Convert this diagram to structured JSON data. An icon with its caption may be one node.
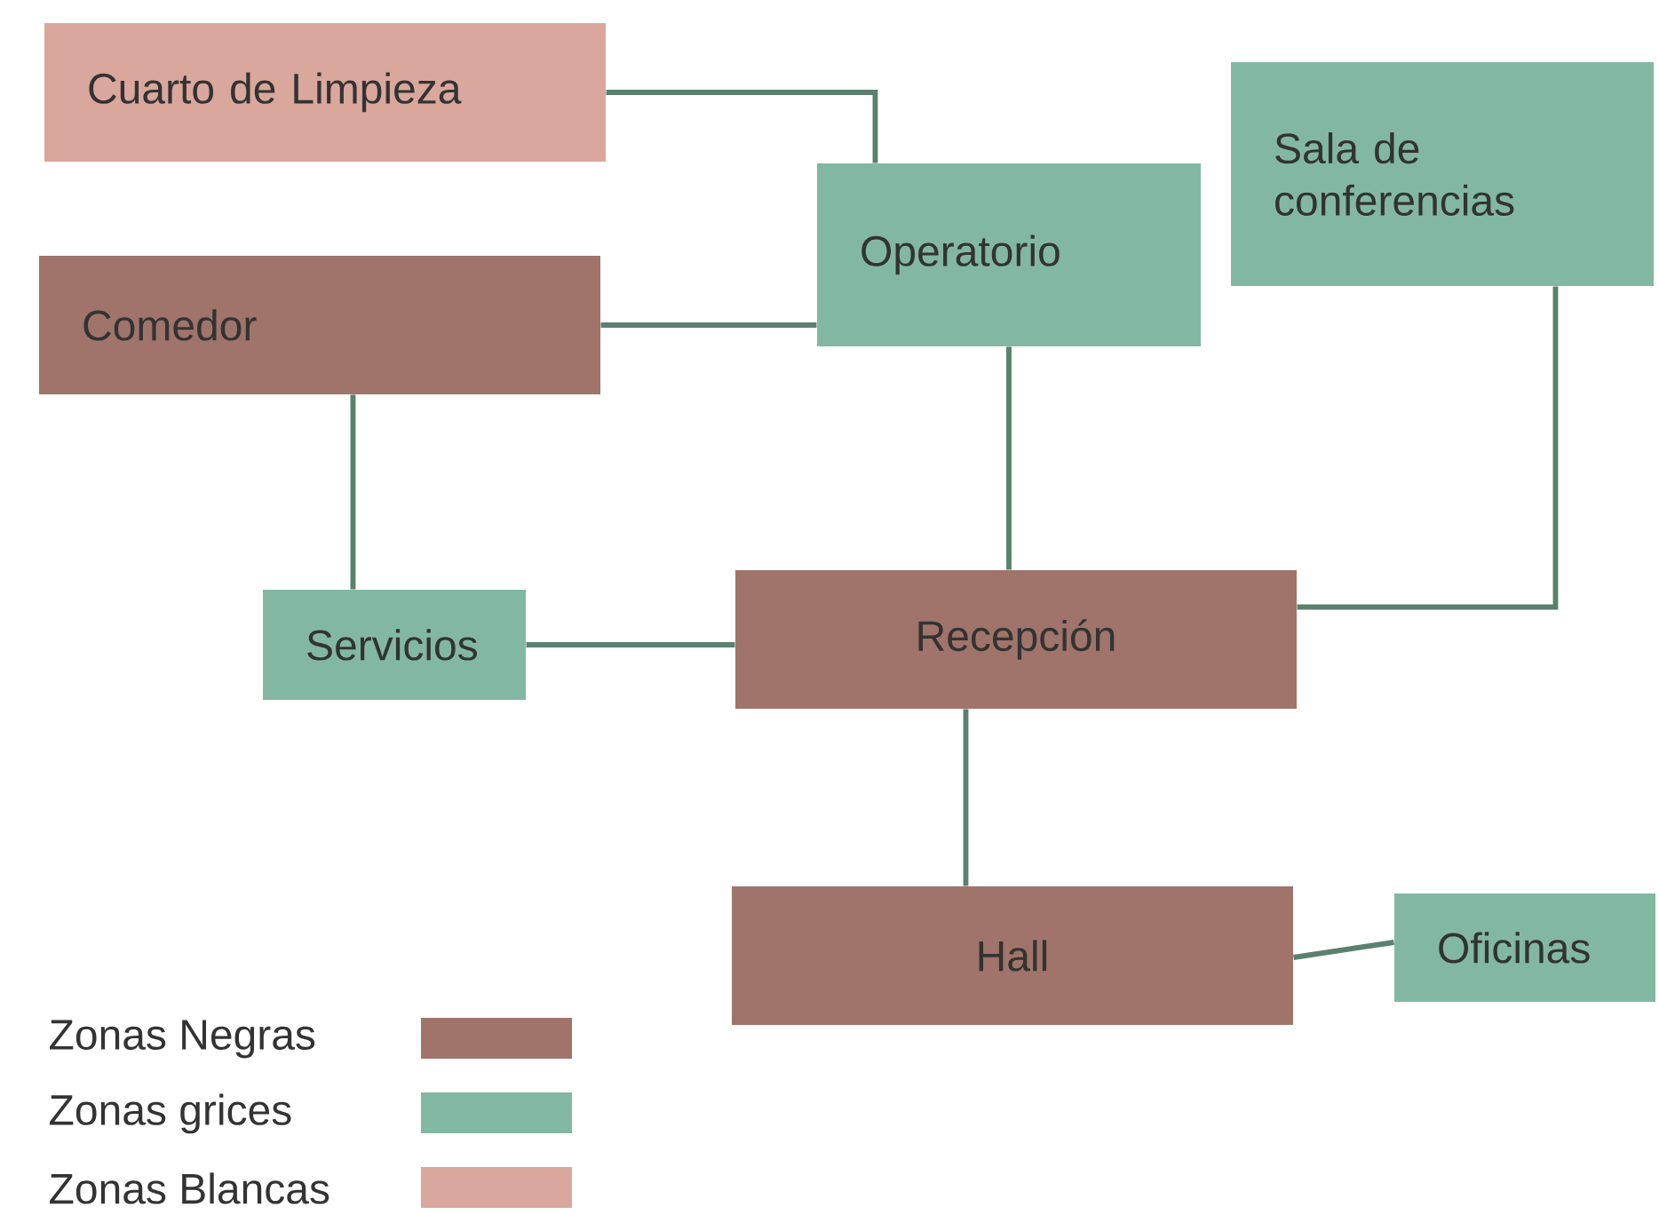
{
  "diagram": {
    "nodes": [
      {
        "text": [
          "Cuarto de Limpieza"
        ]
      },
      {
        "text": [
          "Operatorio"
        ]
      },
      {
        "text": [
          "Sala de conferencias"
        ]
      },
      {
        "text": [
          "Comedor"
        ]
      },
      {
        "text": [
          "Servicios"
        ]
      },
      {
        "text": [
          "Recepción"
        ]
      },
      {
        "text": [
          "Hall"
        ]
      },
      {
        "text": [
          "Oficinas"
        ]
      }
    ],
    "edges": [
      {
        "from": 0,
        "to": 1,
        "arrow": "none"
      },
      {
        "from": 3,
        "to": 1,
        "arrow": "none"
      },
      {
        "from": 1,
        "to": 5,
        "arrow": "none"
      },
      {
        "from": 2,
        "to": 5,
        "arrow": "none"
      },
      {
        "from": 3,
        "to": 4,
        "arrow": "none"
      },
      {
        "from": 4,
        "to": 5,
        "arrow": "none"
      },
      {
        "from": 5,
        "to": 6,
        "arrow": "none"
      },
      {
        "from": 6,
        "to": 7,
        "arrow": "none"
      }
    ],
    "legend": [
      {
        "text": "Zonas Negras",
        "color": "#a0746a"
      },
      {
        "text": "Zonas grices",
        "color": "#82b8a3"
      },
      {
        "text": "Zonas Blancas",
        "color": "#d9a79c"
      }
    ]
  }
}
